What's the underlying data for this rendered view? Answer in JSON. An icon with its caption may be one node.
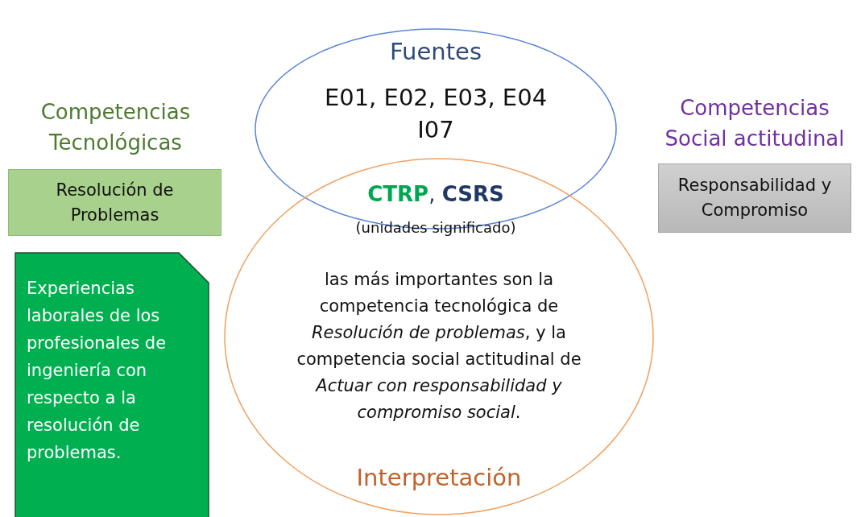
{
  "diagram": {
    "nodes": [
      {
        "text": [
          "Fuentes",
          "E01, E02, E03, E04 I07"
        ]
      },
      {
        "text": [
          "las más importantes son la competencia tecnológica de *Resolución de problemas*, y la competencia social actitudinal de *Actuar con responsabilidad y compromiso social*.",
          "Interpretación"
        ]
      },
      {
        "text": [
          "Competencias Tecnológicas",
          "Resolución de Problemas"
        ]
      },
      {
        "text": [
          "Competencias Social actitudinal",
          "Responsabilidad y Compromiso"
        ]
      },
      {
        "text": [
          "Experiencias laborales de los profesionales de ingeniería con respecto a la resolución de problemas."
        ]
      }
    ],
    "edges": [],
    "labels": [
      "**CTRP**, **CSRS**",
      "(unidades significado)"
    ]
  }
}
